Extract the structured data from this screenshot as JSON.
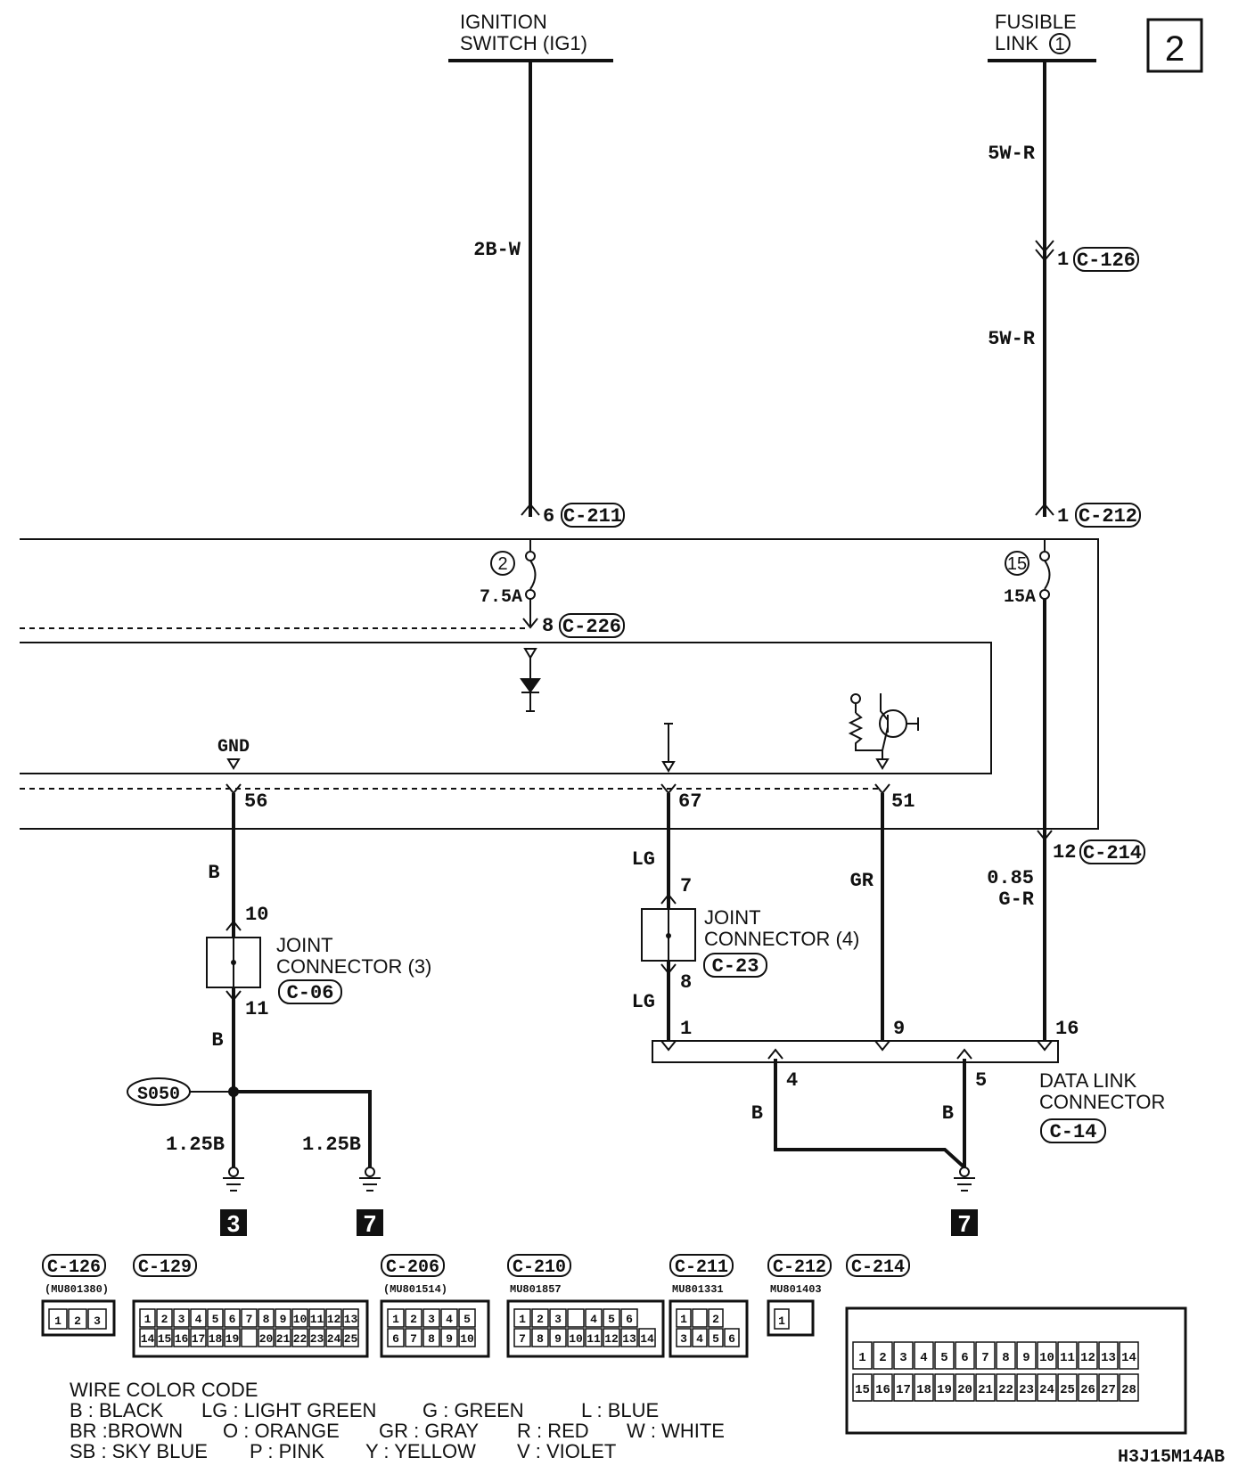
{
  "page_number": "2",
  "top_labels": {
    "ignition_switch": [
      "IGNITION",
      "SWITCH (IG1)"
    ],
    "fusible_link": [
      "FUSIBLE",
      "LINK"
    ],
    "fusible_link_number": "1"
  },
  "wires": {
    "ig_wire_color": "2B-W",
    "fl_wire_color_upper": "5W-R",
    "fl_wire_color_lower": "5W-R",
    "gnd_wire_color_upper": "B",
    "gnd_wire_color_lower": "B",
    "gnd_branch_left": "1.25B",
    "gnd_branch_right": "1.25B",
    "lg_upper": "LG",
    "lg_lower": "LG",
    "gr": "GR",
    "dlc_gr_size": "0.85",
    "dlc_gr_color": "G-R",
    "dlc_b_left": "B",
    "dlc_b_right": "B"
  },
  "pins": {
    "c126_pin": "1",
    "c211_pin": "6",
    "c212_pin": "1",
    "c226_pin": "8",
    "c214_pin": "12",
    "ecu_gnd": "56",
    "ecu_67": "67",
    "ecu_51": "51",
    "jc3_in": "10",
    "jc3_out": "11",
    "jc4_in": "7",
    "jc4_out": "8",
    "dlc_1": "1",
    "dlc_9": "9",
    "dlc_16": "16",
    "dlc_4": "4",
    "dlc_5": "5"
  },
  "connectors": {
    "c126": "C-126",
    "c211": "C-211",
    "c212": "C-212",
    "c226": "C-226",
    "c214": "C-214",
    "c06": "C-06",
    "c23": "C-23",
    "c14": "C-14"
  },
  "fuses": {
    "f2_number": "2",
    "f2_rating": "7.5A",
    "f15_number": "15",
    "f15_rating": "15A"
  },
  "gnd_label": "GND",
  "splice": "S050",
  "joint_connector_3": [
    "JOINT",
    "CONNECTOR (3)"
  ],
  "joint_connector_4": [
    "JOINT",
    "CONNECTOR (4)"
  ],
  "data_link_connector": [
    "DATA LINK",
    "CONNECTOR"
  ],
  "ground_refs": [
    "3",
    "7",
    "7"
  ],
  "connector_views": [
    {
      "id": "C-126",
      "part": "(MU801380)",
      "pins": [
        "1",
        "2",
        "3"
      ]
    },
    {
      "id": "C-129",
      "part": "",
      "row1": [
        "1",
        "2",
        "3",
        "4",
        "5",
        "6",
        "7",
        "8",
        "9",
        "10",
        "11",
        "12",
        "13"
      ],
      "row2": [
        "14",
        "15",
        "16",
        "17",
        "18",
        "19",
        "",
        "20",
        "21",
        "22",
        "23",
        "24",
        "25"
      ]
    },
    {
      "id": "C-206",
      "part": "(MU801514)",
      "row1": [
        "1",
        "2",
        "3",
        "4",
        "5"
      ],
      "row2": [
        "6",
        "7",
        "8",
        "9",
        "10"
      ]
    },
    {
      "id": "C-210",
      "part": "MU801857",
      "row1": [
        "1",
        "2",
        "3",
        "",
        "4",
        "5",
        "6"
      ],
      "row2": [
        "7",
        "8",
        "9",
        "10",
        "11",
        "12",
        "13",
        "14"
      ]
    },
    {
      "id": "C-211",
      "part": "MU801331",
      "row1": [
        "1",
        "",
        "2"
      ],
      "row2": [
        "3",
        "4",
        "5",
        "6"
      ]
    },
    {
      "id": "C-212",
      "part": "MU801403",
      "pins": [
        "1"
      ]
    },
    {
      "id": "C-214",
      "part": "",
      "row1": [
        "1",
        "2",
        "3",
        "4",
        "5",
        "6",
        "7",
        "8",
        "9",
        "10",
        "11",
        "12",
        "13",
        "14"
      ],
      "row2": [
        "15",
        "16",
        "17",
        "18",
        "19",
        "20",
        "21",
        "22",
        "23",
        "24",
        "25",
        "26",
        "27",
        "28"
      ]
    }
  ],
  "wire_color_code": {
    "title": "WIRE COLOR CODE",
    "lines": [
      [
        "B : BLACK",
        "LG : LIGHT GREEN",
        "G : GREEN",
        "L : BLUE"
      ],
      [
        "BR :BROWN",
        "O : ORANGE",
        "GR : GRAY",
        "R : RED",
        "W : WHITE"
      ],
      [
        "SB : SKY BLUE",
        "P : PINK",
        "Y : YELLOW",
        "V : VIOLET"
      ]
    ]
  },
  "figure_code": "H3J15M14AB"
}
